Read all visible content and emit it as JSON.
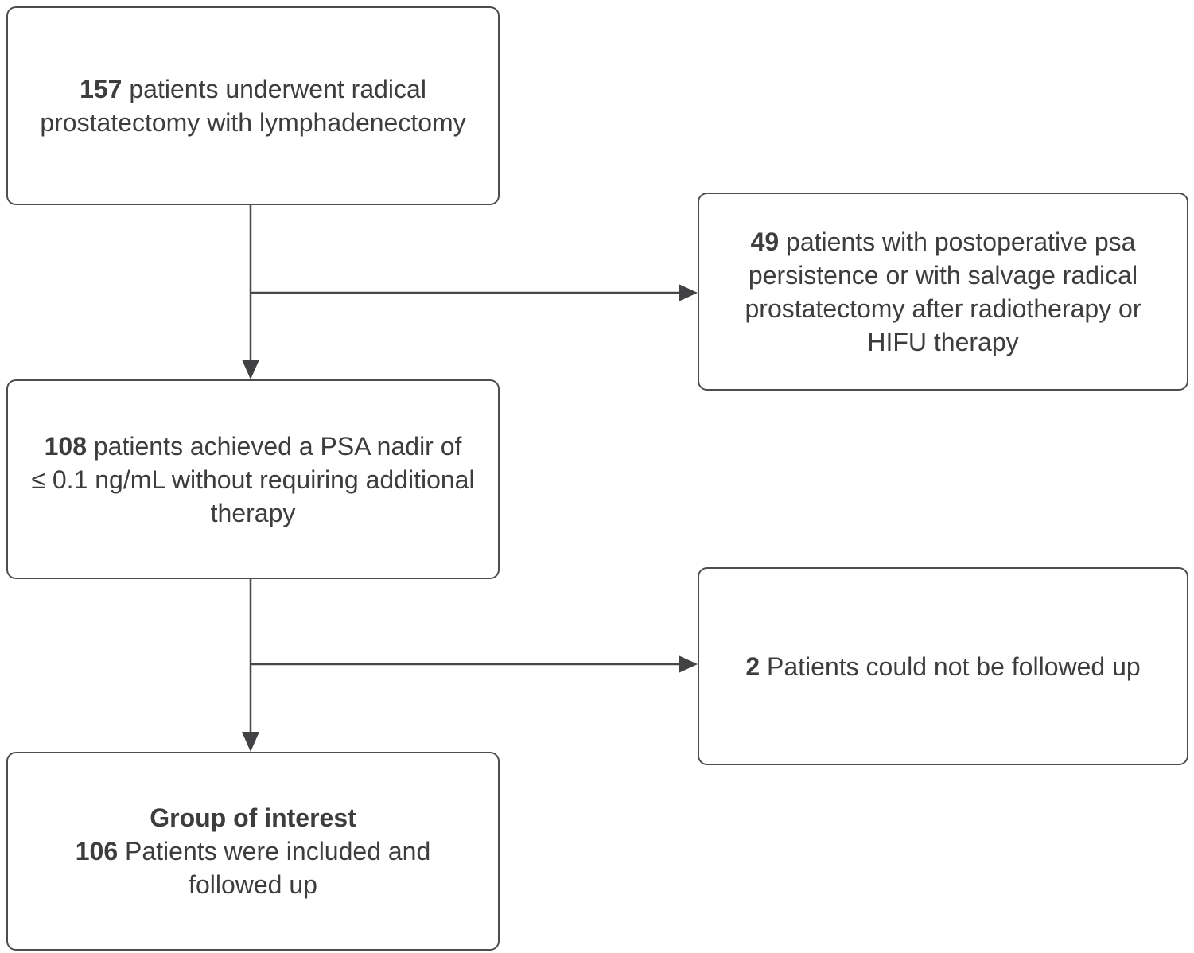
{
  "diagram": {
    "background_color": "#ffffff",
    "box_border_color": "#4d4d4f",
    "text_color": "#3d3d3f",
    "arrow_color": "#48484a",
    "boxes": {
      "surgery": {
        "number": "157",
        "text": " patients underwent radical\nprostatectomy with lymphadenectomy"
      },
      "excluded": {
        "number": "49",
        "text": " patients with postoperative psa\npersistence or with salvage radical\nprostatectomy after radiotherapy or\nHIFU therapy"
      },
      "nadir": {
        "number": "108",
        "text": " patients achieved a PSA nadir of\n≤ 0.1 ng/mL without requiring additional\ntherapy"
      },
      "lost": {
        "number": "2",
        "text": " Patients could not be followed up"
      },
      "final": {
        "title": "Group of interest",
        "number": "106",
        "text": " Patients were included and\nfollowed up"
      }
    }
  }
}
